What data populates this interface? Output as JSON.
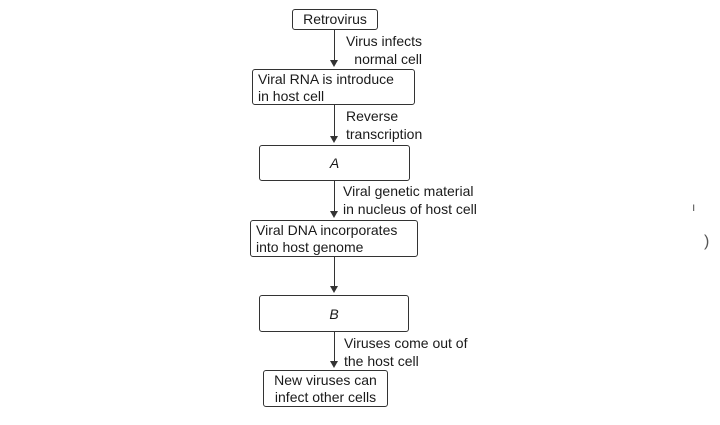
{
  "diagram": {
    "boxes": [
      {
        "id": "retrovirus",
        "text": "Retrovirus"
      },
      {
        "id": "viral-rna",
        "text": "Viral RNA is introduce\nin host cell"
      },
      {
        "id": "a",
        "text": "A"
      },
      {
        "id": "viral-dna",
        "text": "Viral DNA incorporates\ninto host genome"
      },
      {
        "id": "b",
        "text": "B"
      },
      {
        "id": "new-viruses",
        "text": "New viruses can\ninfect other cells"
      }
    ],
    "edges": [
      {
        "from": "retrovirus",
        "to": "viral-rna",
        "label": "Virus infects\nnormal cell"
      },
      {
        "from": "viral-rna",
        "to": "a",
        "label": "Reverse\ntranscription"
      },
      {
        "from": "a",
        "to": "viral-dna",
        "label": "Viral genetic material\nin nucleus of host cell"
      },
      {
        "from": "viral-dna",
        "to": "b",
        "label": ""
      },
      {
        "from": "b",
        "to": "new-viruses",
        "label": "Viruses come out of\nthe host cell"
      }
    ]
  }
}
